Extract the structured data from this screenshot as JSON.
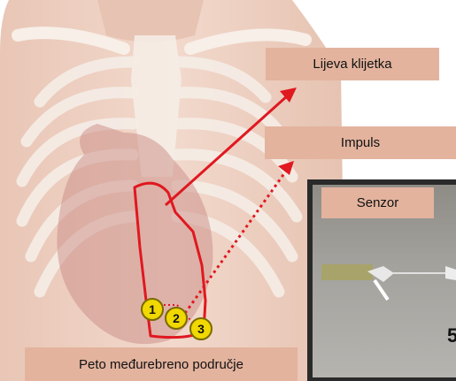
{
  "labels": {
    "left_ventricle": "Lijeva klijetka",
    "impulse": "Impuls",
    "sensor": "Senzor",
    "intercostal": "Peto međurebreno područje"
  },
  "markers": [
    "1",
    "2",
    "3"
  ],
  "photo_digit": "5",
  "colors": {
    "label_bg": "#e3b39e",
    "heart_outline": "#e01820",
    "marker_fill": "#f0d800",
    "skin": "#f0d4c4",
    "bone": "#f5ede6"
  },
  "icons": [
    "chest-xray-illustration",
    "arrow-icon",
    "dotted-arrow-icon",
    "sensor-photo"
  ]
}
